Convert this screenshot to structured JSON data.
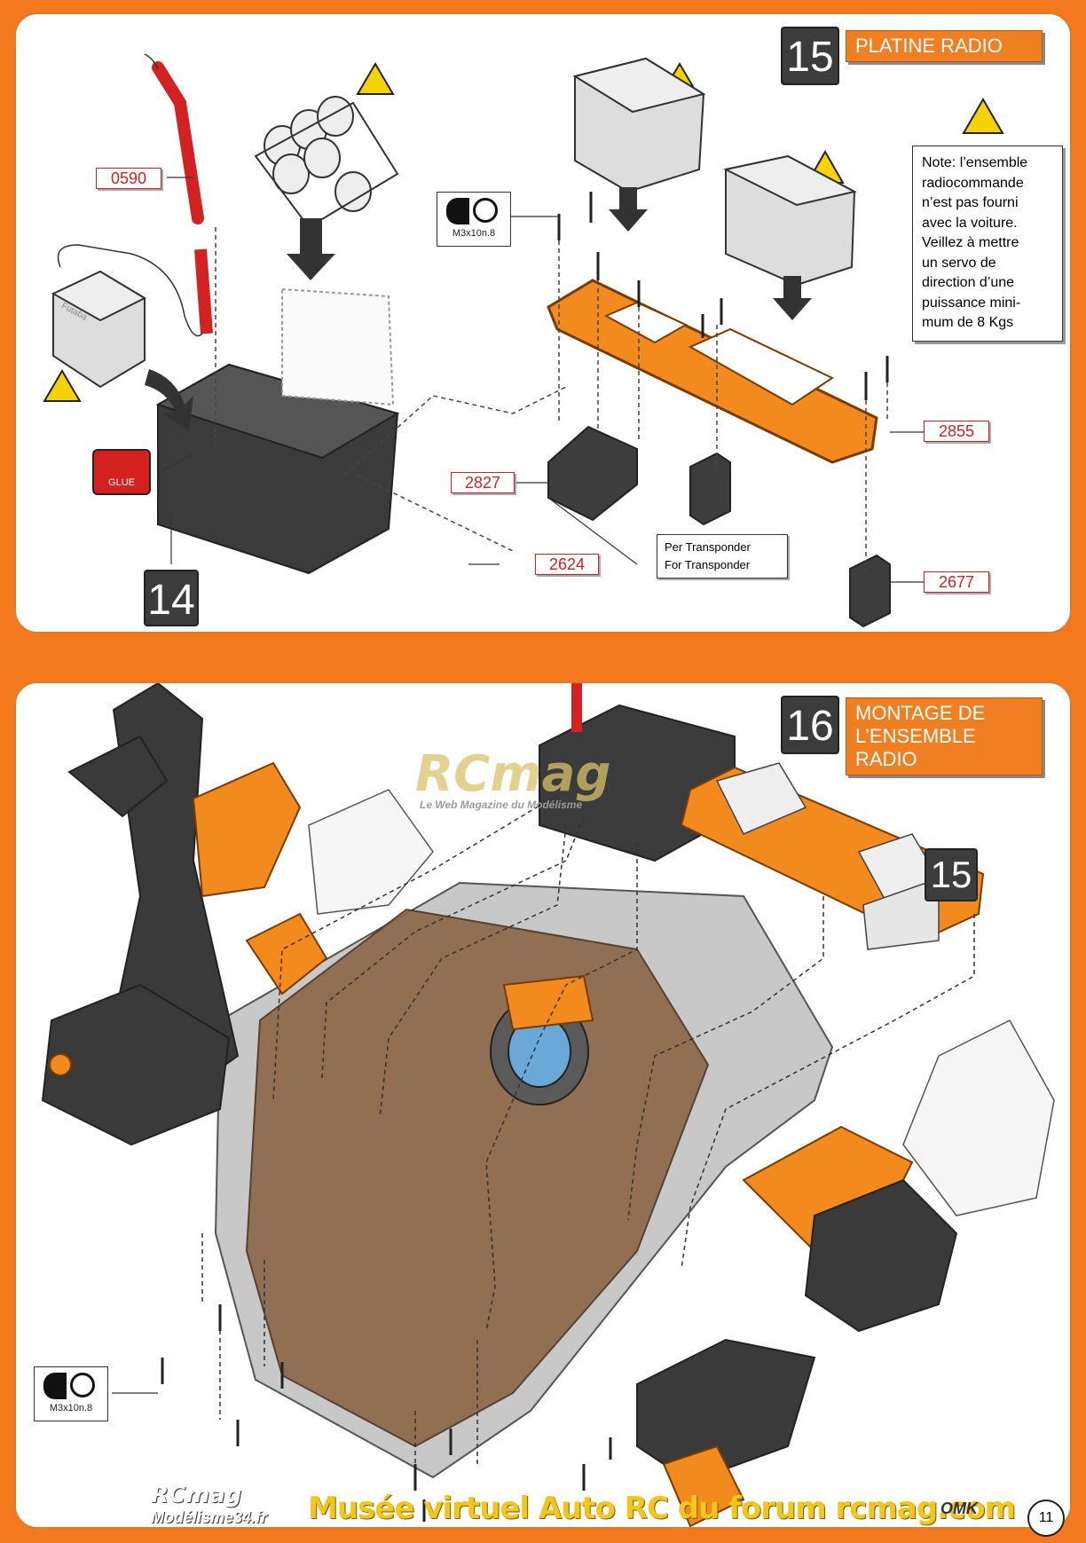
{
  "step15": {
    "number": "15",
    "title": "PLATINE RADIO"
  },
  "step14": {
    "number": "14"
  },
  "step16": {
    "number": "16",
    "title_line1": "MONTAGE DE",
    "title_line2": "L’ENSEMBLE RADIO",
    "sub_number": "15"
  },
  "note": {
    "lines": [
      "Note: l’ensemble",
      "radiocommande",
      "n’est pas fourni",
      "avec la voiture.",
      "Veillez à mettre",
      "un servo de",
      "direction d’une",
      "puissance mini-",
      "mum de 8 Kgs"
    ]
  },
  "parts": {
    "p0590": "0590",
    "p2827": "2827",
    "p2624": "2624",
    "p2855": "2855",
    "p2677": "2677"
  },
  "transponder": {
    "line1": "Per Transponder",
    "line2": "For Transponder"
  },
  "screw_label": "M3x10n.8",
  "glue_label": "GLUE",
  "watermark": {
    "logo": "RCmag",
    "tagline": "Le Web Magazine du Modélisme",
    "bottom_logo": "RCmag",
    "bottom_sub": "Modélisme34.fr"
  },
  "footer": {
    "text": "Musée virtuel Auto RC du forum rcmag.com",
    "brand": "OMK",
    "page": "11"
  },
  "receiver_brand": "Futaba",
  "colors": {
    "accent": "#f07f22",
    "dark": "#3c3c3c",
    "part_label": "#c22222"
  }
}
